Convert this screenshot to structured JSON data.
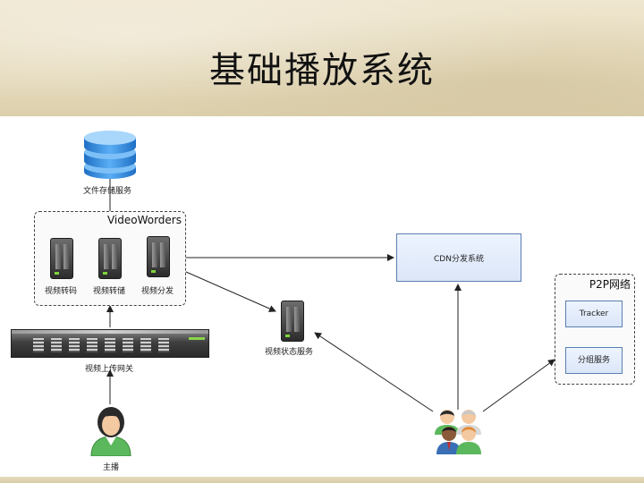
{
  "slide": {
    "title": "基础播放系统"
  },
  "nodes": {
    "file_storage": "文件存储服务",
    "video_workers_title": "VideoWorders",
    "transcode": "视频转码",
    "transfer_storage": "视频转储",
    "distribute": "视频分发",
    "upload_gateway": "视频上传网关",
    "anchor": "主播",
    "cdn": "CDN分发系统",
    "status_service": "视频状态服务",
    "p2p_title": "P2P网络",
    "tracker": "Tracker",
    "group_service": "分组服务"
  },
  "colors": {
    "database_blue": "#2d8ae0",
    "box_border": "#5a7fb0",
    "person_green": "#5cb85c"
  }
}
